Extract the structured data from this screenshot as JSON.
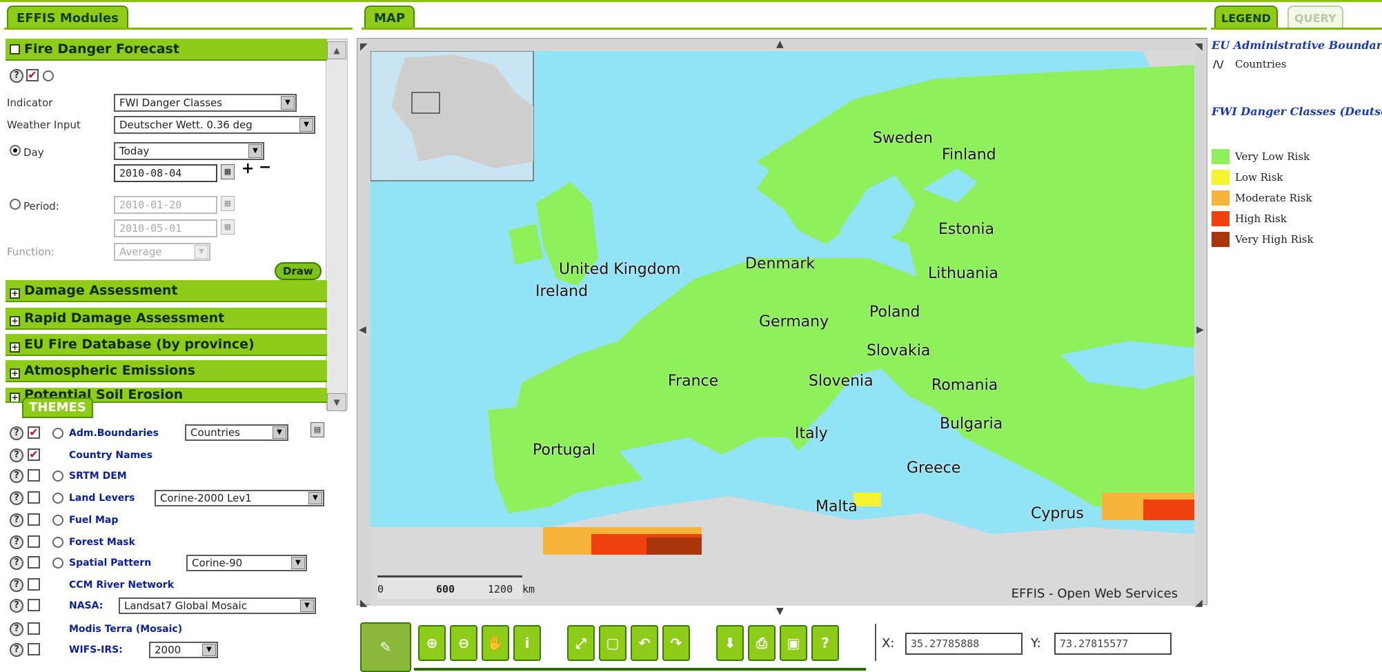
{
  "tabs": {
    "modules": "EFFIS Modules",
    "map": "MAP",
    "legend": "LEGEND",
    "query": "QUERY"
  },
  "fire_danger": {
    "title": "Fire Danger Forecast",
    "indicator_label": "Indicator",
    "indicator_value": "FWI Danger Classes",
    "weather_label": "Weather Input",
    "weather_value": "Deutscher Wett. 0.36 deg",
    "day_label": "Day",
    "day_select": "Today",
    "day_date": "2010-08-04",
    "period_label": "Period:",
    "period_from": "2010-01-20",
    "period_to": "2010-05-01",
    "function_label": "Function:",
    "function_value": "Average",
    "draw_label": "Draw"
  },
  "modules": [
    "Damage Assessment",
    "Rapid Damage Assessment",
    "EU Fire Database (by province)",
    "Atmospheric Emissions",
    "Potential Soil Erosion"
  ],
  "themes": {
    "tab": "THEMES",
    "items": [
      {
        "label": "Adm.Boundaries",
        "select": "Countries",
        "checked": true
      },
      {
        "label": "Country Names",
        "select": "",
        "checked": true
      },
      {
        "label": "SRTM DEM",
        "select": "",
        "checked": false
      },
      {
        "label": "Land Levers",
        "select": "Corine-2000 Lev1",
        "checked": false
      },
      {
        "label": "Fuel Map",
        "select": "",
        "checked": false
      },
      {
        "label": "Forest Mask",
        "select": "",
        "checked": false
      },
      {
        "label": "Spatial Pattern",
        "select": "Corine-90",
        "checked": false
      },
      {
        "label": "CCM River Network",
        "select": "",
        "checked": false
      },
      {
        "label": "NASA:",
        "select": "Landsat7 Global Mosaic",
        "checked": false
      },
      {
        "label": "Modis Terra (Mosaic)",
        "select": "",
        "checked": false
      },
      {
        "label": "WIFS-IRS:",
        "select": "2000",
        "checked": false
      }
    ]
  },
  "map": {
    "countries": {
      "sweden": "Sweden",
      "finland": "Finland",
      "estonia": "Estonia",
      "lithuania": "Lithuania",
      "denmark": "Denmark",
      "united_kingdom": "United Kingdom",
      "ireland": "Ireland",
      "germany": "Germany",
      "poland": "Poland",
      "slovakia": "Slovakia",
      "france": "France",
      "slovenia": "Slovenia",
      "romania": "Romania",
      "bulgaria": "Bulgaria",
      "italy": "Italy",
      "portugal": "Portugal",
      "greece": "Greece",
      "malta": "Malta",
      "cyprus": "Cyprus"
    },
    "scale": {
      "zero": "0",
      "mid": "600",
      "end": "1200",
      "unit": "km"
    },
    "credit": "EFFIS - Open Web Services"
  },
  "legend": {
    "section1": "EU Administrative Boundaries",
    "countries": "Countries",
    "section2": "FWI Danger Classes (Deutscher Wett.)",
    "items": [
      {
        "label": "Very Low Risk",
        "color": "#8ef05a"
      },
      {
        "label": "Low Risk",
        "color": "#f3f330"
      },
      {
        "label": "Moderate Risk",
        "color": "#f7b43b"
      },
      {
        "label": "High Risk",
        "color": "#f0420f"
      },
      {
        "label": "Very High Risk",
        "color": "#a8340c"
      }
    ]
  },
  "coords": {
    "x_label": "X:",
    "x_value": "35.27785888",
    "y_label": "Y:",
    "y_value": "73.27815577"
  }
}
